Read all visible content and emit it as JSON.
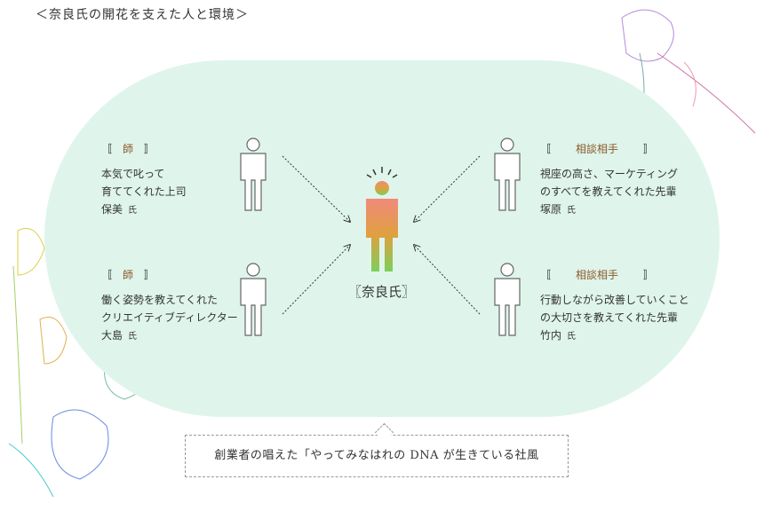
{
  "title": "＜奈良氏の開花を支えた人と環境＞",
  "center": {
    "label": "〖奈良氏〗"
  },
  "mentors": [
    {
      "role": "師",
      "lines": [
        "本気で叱って",
        "育ててくれた上司"
      ],
      "name": "保美",
      "suffix": "氏"
    },
    {
      "role": "師",
      "lines": [
        "働く姿勢を教えてくれた",
        "クリエイティブディレクター"
      ],
      "name": "大島",
      "suffix": "氏"
    },
    {
      "role": "相談相手",
      "lines": [
        "視座の高さ、マーケティング",
        "のすべてを教えてくれた先輩"
      ],
      "name": "塚原",
      "suffix": "氏"
    },
    {
      "role": "相談相手",
      "lines": [
        "行動しながら改善していくこと",
        "の大切さを教えてくれた先輩"
      ],
      "name": "竹内",
      "suffix": "氏"
    }
  ],
  "brackets": {
    "open": "〚",
    "close": "〛"
  },
  "quote": "創業者の唱えた「やってみなはれの DNA が生きている社風",
  "colors": {
    "bg": "#dff5ec",
    "accent": "#8a5a2b",
    "grad_top": "#f08a7a",
    "grad_bottom": "#7ccf5a"
  }
}
